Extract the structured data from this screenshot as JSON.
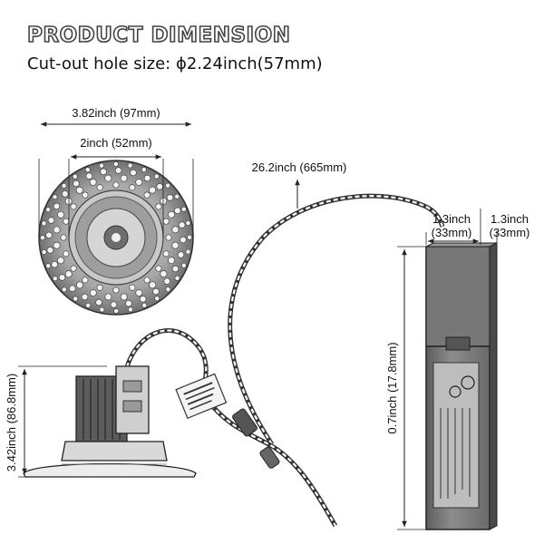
{
  "title": "PRODUCT DIMENSION",
  "subtitle": "Cut-out hole size: ϕ2.24inch(57mm)",
  "dimensions": {
    "trim_diameter": "3.82inch (97mm)",
    "inner_diameter": "2inch (52mm)",
    "cable_length": "26.2inch (665mm)",
    "box_width": "1.3inch\n(33mm)",
    "box_depth": "1.3inch\n(33mm)",
    "box_length": "0.7inch (17.8mm)",
    "light_height": "3.42inch (86.8mm)"
  },
  "colors": {
    "line": "#222222",
    "metal": "#9a9a9a",
    "box": "#7a7a7a"
  }
}
